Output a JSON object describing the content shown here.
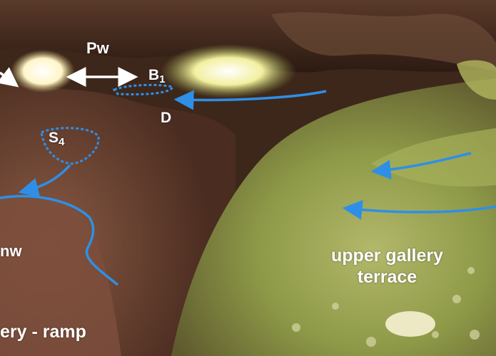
{
  "labels": {
    "pw": "Pw",
    "b_main": "B",
    "b_sub": "1",
    "d": "D",
    "s_main": "S",
    "s_sub": "4",
    "nw": "nw",
    "ramp": "ery - ramp",
    "upper_line1": "upper gallery",
    "upper_line2": "terrace"
  },
  "colors": {
    "flow_arrow": "#2f8fe6",
    "label_text": "#ffffff",
    "rock_dark": "#3a2419",
    "moss_green": "#8a9a3c"
  }
}
